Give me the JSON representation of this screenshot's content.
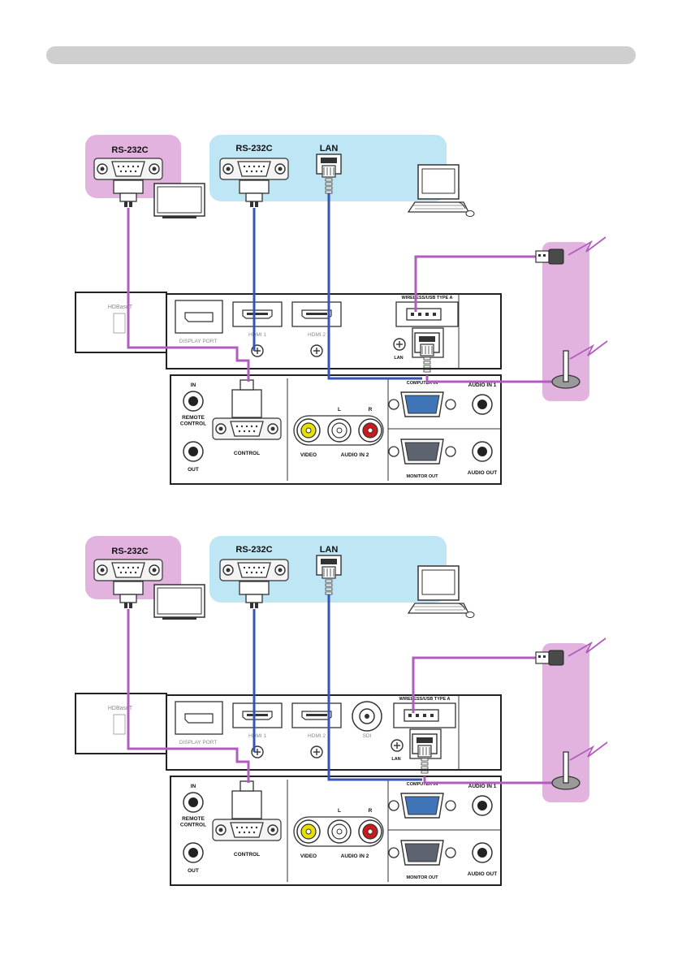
{
  "colors": {
    "header_bar": "#cfcfcf",
    "pink_zone": "#e3b3df",
    "blue_zone": "#bfe6f5",
    "rs232_cable": "#b35cc0",
    "lan_cable": "#3554b3",
    "vga_blue": "#3f74b6",
    "video_yellow": "#e8e000",
    "audio_red": "#cc1a1a"
  },
  "icons": [
    "db9-connector-icon",
    "monitor-icon",
    "computer-icon",
    "rj45-connector-icon",
    "usb-dongle-icon",
    "antenna-icon",
    "wireless-signal-icon",
    "hdbaset-icon",
    "screw-terminal-icon"
  ],
  "diagrams": [
    {
      "pink_label": "RS-232C",
      "blue_rs232_label": "RS-232C",
      "lan_label": "LAN",
      "upper_panel": {
        "hdbaset": "HDBaseT",
        "display_port": "DISPLAY PORT",
        "hdmi1": "HDMI 1",
        "hdmi2": "HDMI 2",
        "sdi": "",
        "wireless": "WIRELESS/USB TYPE A",
        "lan": "LAN"
      },
      "lower_panel": {
        "in": "IN",
        "remote_control": "REMOTE\nCONTROL",
        "out": "OUT",
        "control": "CONTROL",
        "l": "L",
        "r": "R",
        "video": "VIDEO",
        "audio_in2": "AUDIO IN 2",
        "computer_in": "COMPUTER IN",
        "audio_in1": "AUDIO IN 1",
        "monitor_out": "MONITOR OUT",
        "audio_out": "AUDIO OUT"
      }
    },
    {
      "pink_label": "RS-232C",
      "blue_rs232_label": "RS-232C",
      "lan_label": "LAN",
      "upper_panel": {
        "hdbaset": "HDBaseT",
        "display_port": "DISPLAY PORT",
        "hdmi1": "HDMI 1",
        "hdmi2": "HDMI 2",
        "sdi": "SDI",
        "wireless": "WIRELESS/USB TYPE A",
        "lan": "LAN"
      },
      "lower_panel": {
        "in": "IN",
        "remote_control": "REMOTE\nCONTROL",
        "out": "OUT",
        "control": "CONTROL",
        "l": "L",
        "r": "R",
        "video": "VIDEO",
        "audio_in2": "AUDIO IN 2",
        "computer_in": "COMPUTER IN",
        "audio_in1": "AUDIO IN 1",
        "monitor_out": "MONITOR OUT",
        "audio_out": "AUDIO OUT"
      }
    }
  ]
}
